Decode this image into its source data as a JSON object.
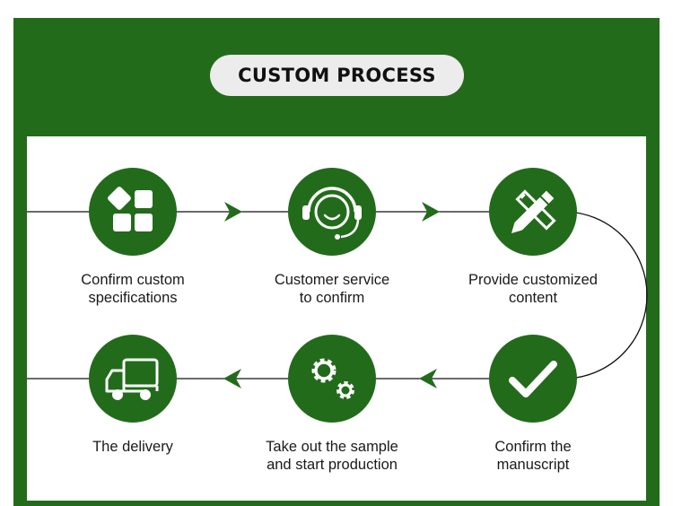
{
  "header": {
    "title": "CUSTOM PROCESS"
  },
  "colors": {
    "brand_green": "#226b1b",
    "title_pill": "#ececec",
    "panel": "#ffffff",
    "line": "#111111"
  },
  "steps": [
    {
      "label": "Confirm custom\nspecifications",
      "icon": "grid-blocks-icon"
    },
    {
      "label": "Customer service\nto confirm",
      "icon": "headset-icon"
    },
    {
      "label": "Provide customized\ncontent",
      "icon": "pencil-ruler-icon"
    },
    {
      "label": "Confirm the\nmanuscript",
      "icon": "check-icon"
    },
    {
      "label": "Take out the sample\nand start production",
      "icon": "gears-icon"
    },
    {
      "label": "The delivery",
      "icon": "truck-icon"
    }
  ]
}
